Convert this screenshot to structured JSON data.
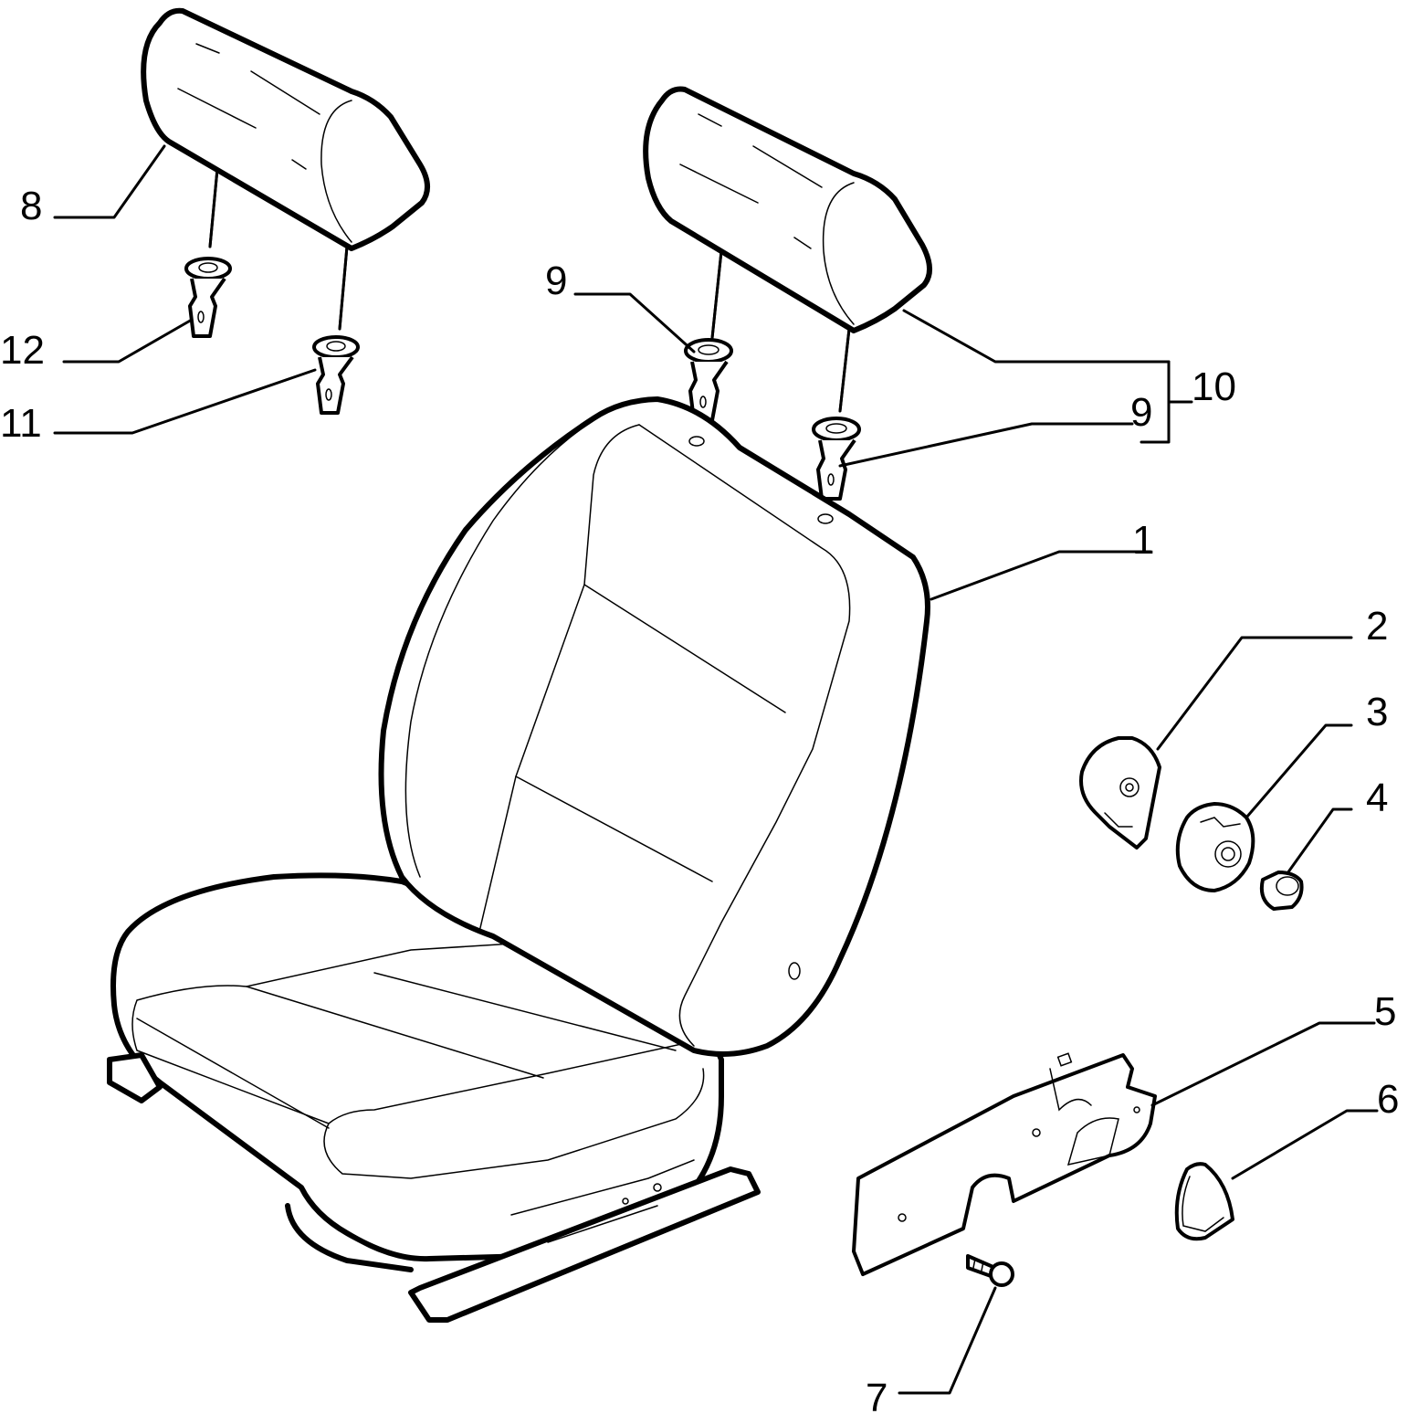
{
  "diagram": {
    "callouts": [
      {
        "id": "1",
        "label": "1"
      },
      {
        "id": "2",
        "label": "2"
      },
      {
        "id": "3",
        "label": "3"
      },
      {
        "id": "4",
        "label": "4"
      },
      {
        "id": "5",
        "label": "5"
      },
      {
        "id": "6",
        "label": "6"
      },
      {
        "id": "7",
        "label": "7"
      },
      {
        "id": "8",
        "label": "8"
      },
      {
        "id": "9a",
        "label": "9"
      },
      {
        "id": "9b",
        "label": "9"
      },
      {
        "id": "10",
        "label": "10"
      },
      {
        "id": "11",
        "label": "11"
      },
      {
        "id": "12",
        "label": "12"
      }
    ]
  }
}
